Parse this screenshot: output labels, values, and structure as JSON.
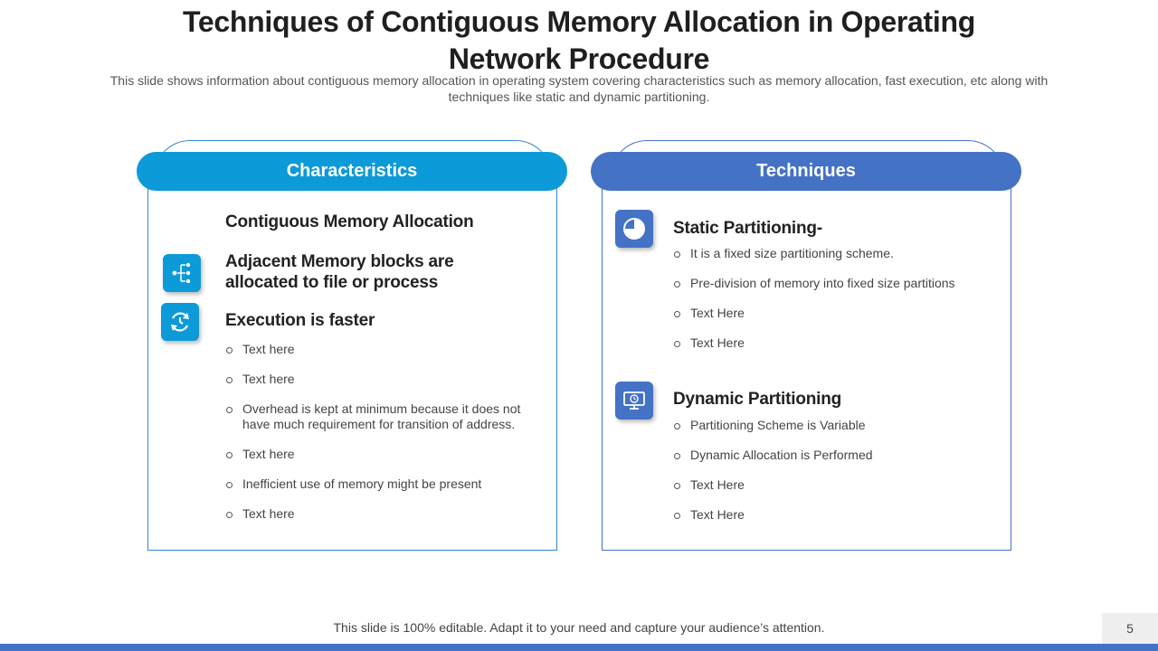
{
  "title": "Techniques of Contiguous Memory Allocation in Operating Network Procedure",
  "subtitle": "This slide shows information about contiguous memory allocation in operating system covering characteristics such as memory allocation, fast execution, etc along with techniques like static and dynamic partitioning.",
  "characteristics": {
    "header": "Characteristics",
    "heading1": "Contiguous Memory Allocation",
    "heading2": "Adjacent Memory blocks are allocated to file or process",
    "heading3": "Execution is faster",
    "bullets": [
      "Text here",
      "Text here",
      "Overhead is kept at minimum  because it does not have much requirement for transition of address.",
      "Text here",
      "Inefficient use of memory might be present",
      "Text here"
    ]
  },
  "techniques": {
    "header": "Techniques",
    "static": {
      "heading": "Static Partitioning-",
      "bullets": [
        "It is a fixed size partitioning scheme.",
        "Pre-division of memory into fixed size partitions",
        "Text Here",
        "Text Here"
      ]
    },
    "dynamic": {
      "heading": "Dynamic Partitioning",
      "bullets": [
        "Partitioning Scheme is Variable",
        "Dynamic Allocation is Performed",
        "Text Here",
        "Text Here"
      ]
    }
  },
  "footer": "This slide is 100% editable. Adapt it to your need and capture your audience’s attention.",
  "page_number": "5",
  "colors": {
    "cyan": "#0d9ad8",
    "blue": "#4472c4"
  },
  "icons": {
    "adjacent": "hierarchy-icon",
    "execution": "refresh-clock-icon",
    "static": "pie-chart-icon",
    "dynamic": "monitor-clock-icon"
  }
}
